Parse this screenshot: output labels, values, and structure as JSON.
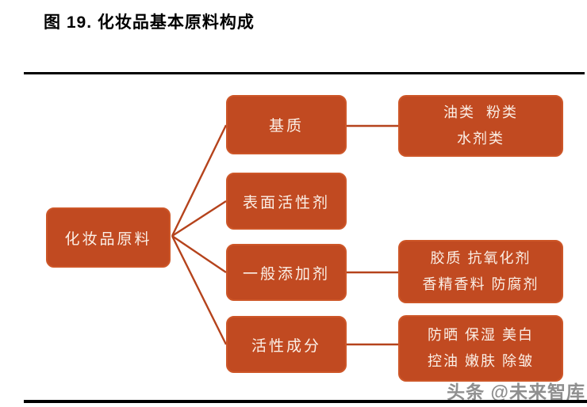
{
  "title": "图 19. 化妆品基本原料构成",
  "theme": {
    "box_color": "#c14a21",
    "box_border": "#cd5628",
    "box_text": "#fbefe6",
    "line_color": "#b5431c",
    "rule_color": "#000000",
    "watermark_color": "#8f8f8f"
  },
  "diagram": {
    "root": {
      "label": "化妆品原料"
    },
    "branches": [
      {
        "label": "基质",
        "children_lines": [
          "油类  粉类",
          "水剂类"
        ]
      },
      {
        "label": "表面活性剂",
        "children_lines": []
      },
      {
        "label": "一般添加剂",
        "children_lines": [
          "胶质 抗氧化剂",
          "香精香料 防腐剂"
        ]
      },
      {
        "label": "活性成分",
        "children_lines": [
          "防晒 保湿 美白",
          "控油 嫩肤 除皱"
        ]
      }
    ]
  },
  "watermark": "头条 @未来智库"
}
